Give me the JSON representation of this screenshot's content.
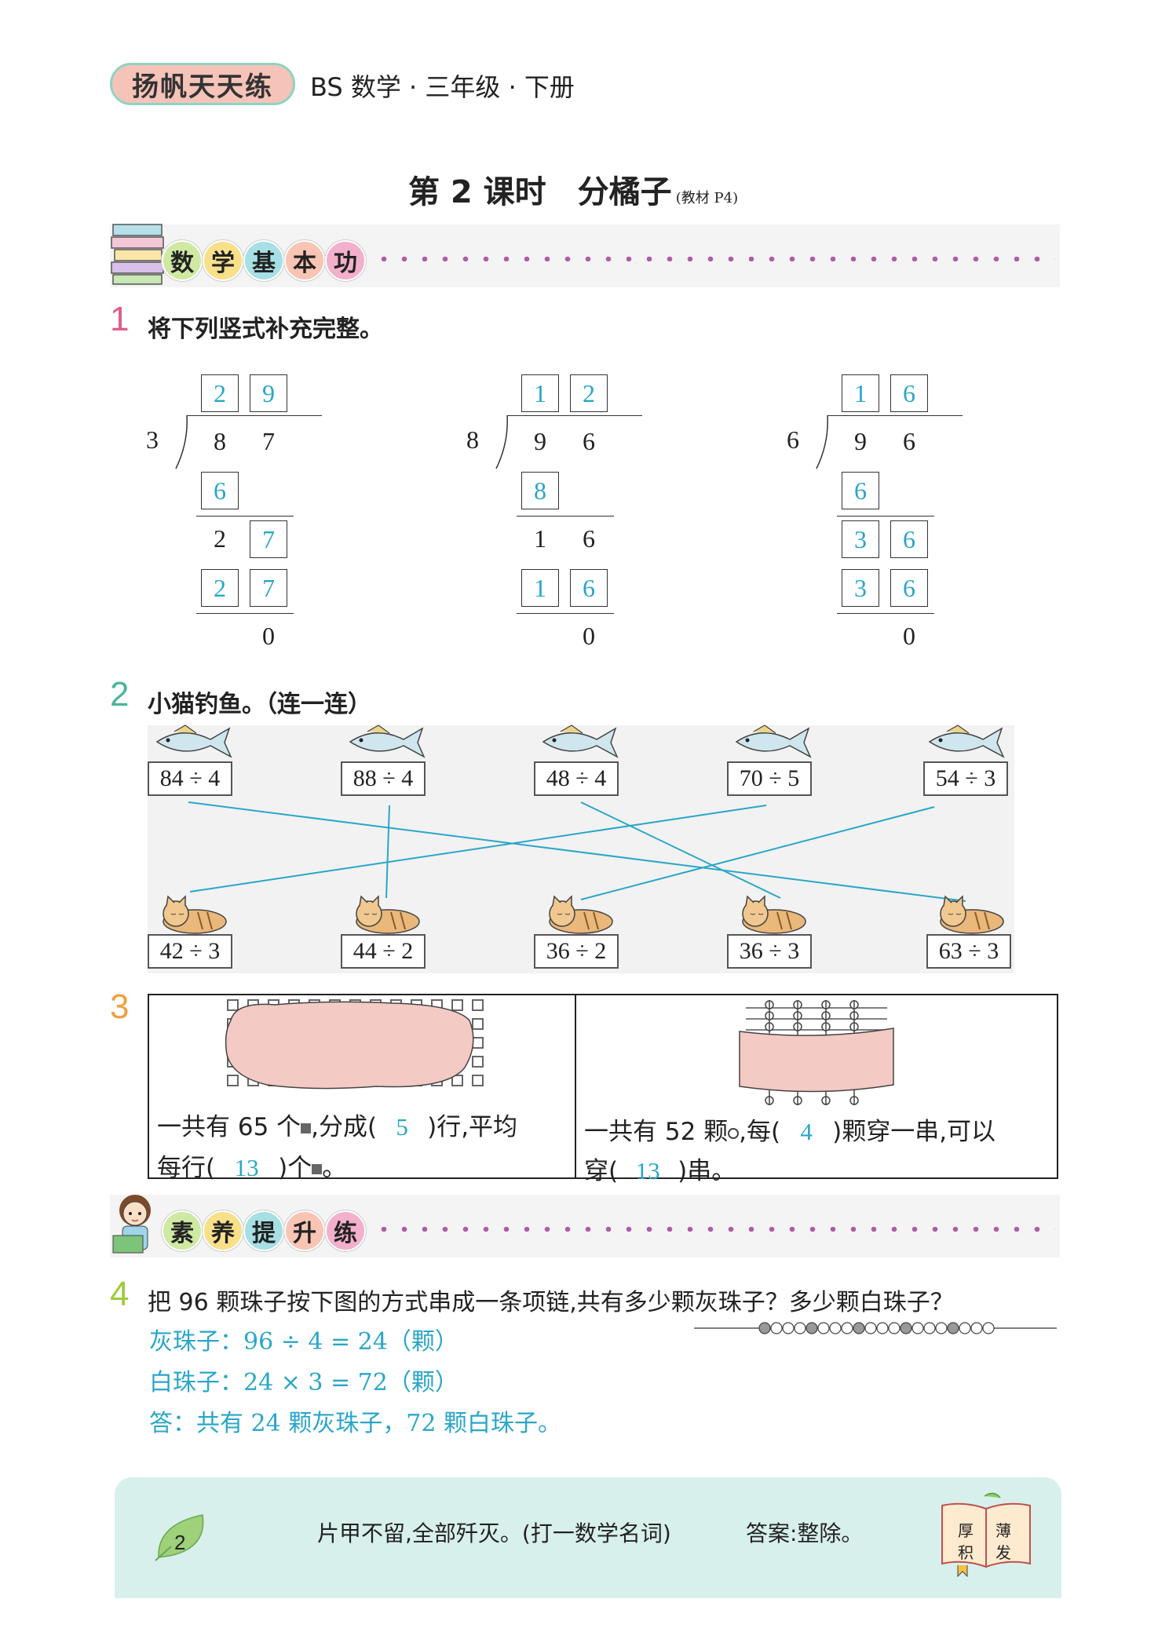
{
  "header": {
    "badge": "扬帆天天练",
    "subtitle": "BS 数学 · 三年级 · 下册"
  },
  "lesson": {
    "title": "第 2 课时　分橘子",
    "ref": "(教材 P4)"
  },
  "section1": {
    "chars": [
      "数",
      "学",
      "基",
      "本",
      "功"
    ]
  },
  "section2": {
    "chars": [
      "素",
      "养",
      "提",
      "升",
      "练"
    ]
  },
  "q1": {
    "num": "1",
    "text": "将下列竖式补充完整。",
    "divisions": [
      {
        "divisor": "3",
        "q": [
          "2",
          "9"
        ],
        "d": [
          "8",
          "7"
        ],
        "s1": [
          "6"
        ],
        "r1": [
          "2",
          "7"
        ],
        "s2": [
          "2",
          "7"
        ],
        "rem": "0"
      },
      {
        "divisor": "8",
        "q": [
          "1",
          "2"
        ],
        "d": [
          "9",
          "6"
        ],
        "s1": [
          "8"
        ],
        "r1": [
          "1",
          "6"
        ],
        "s2": [
          "1",
          "6"
        ],
        "rem": "0"
      },
      {
        "divisor": "6",
        "q": [
          "1",
          "6"
        ],
        "d": [
          "9",
          "6"
        ],
        "s1": [
          "6"
        ],
        "r1": [
          "3",
          "6"
        ],
        "s2": [
          "3",
          "6"
        ],
        "rem": "0"
      }
    ]
  },
  "q2": {
    "num": "2",
    "text": "小猫钓鱼。（连一连）",
    "fish": [
      "84 ÷ 4",
      "88 ÷ 4",
      "48 ÷ 4",
      "70 ÷ 5",
      "54 ÷ 3"
    ],
    "cats": [
      "42 ÷ 3",
      "44 ÷ 2",
      "36 ÷ 2",
      "36 ÷ 3",
      "63 ÷ 3"
    ]
  },
  "q3": {
    "num": "3",
    "left_line1a": "一共有 65 个",
    "left_line1b": ",分成(",
    "left_ans1": "5",
    "left_line1c": ")行,平均",
    "left_line2a": "每行(",
    "left_ans2": "13",
    "left_line2b": ")个",
    "left_line2c": "。",
    "right_line1a": "一共有 52 颗",
    "right_line1b": ",每(",
    "right_ans1": "4",
    "right_line1c": ")颗穿一串,可以",
    "right_line2a": "穿(",
    "right_ans2": "13",
    "right_line2b": ")串。"
  },
  "q4": {
    "num": "4",
    "text": "把 96 颗珠子按下图的方式串成一条项链,共有多少颗灰珠子？多少颗白珠子？",
    "ans1": "灰珠子：96 ÷ 4 = 24（颗）",
    "ans2": "白珠子：24 × 3 = 72（颗）",
    "ans3": "答：共有 24 颗灰珠子，72 颗白珠子。"
  },
  "footer": {
    "page": "2",
    "riddle": "片甲不留,全部歼灭。(打一数学名词)",
    "answer": "答案:整除。",
    "book": [
      "厚",
      "薄",
      "积",
      "发"
    ]
  },
  "colors": {
    "answer": "#2aa6c8",
    "pink": "#f2b8b0",
    "footer_bg": "#d8f0ec",
    "dots": "#b05aa8"
  }
}
